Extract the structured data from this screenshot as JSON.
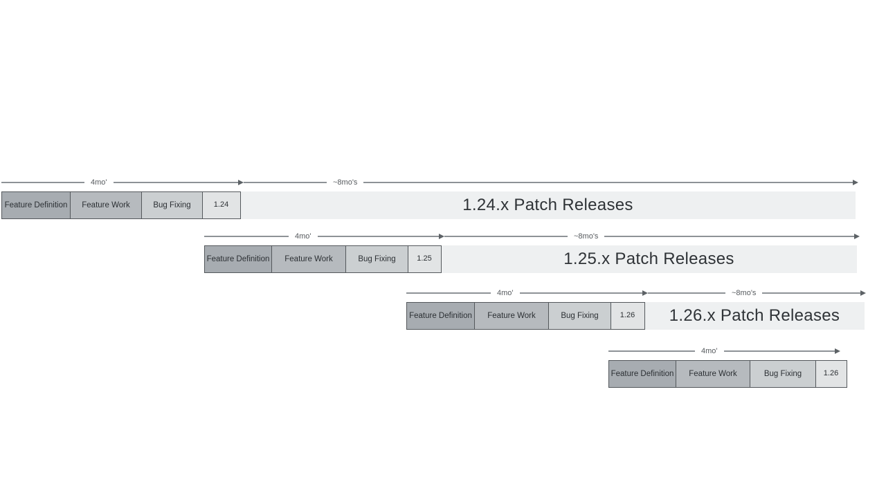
{
  "labels": {
    "dev_duration": "4mo'",
    "patch_duration": "~8mo's"
  },
  "segments": [
    "Feature Definition",
    "Feature Work",
    "Bug Fixing"
  ],
  "rows": [
    {
      "version": "1.24",
      "patch_text": "1.24.x Patch Releases",
      "dev_duration": "4mo'",
      "patch_duration": "~8mo's"
    },
    {
      "version": "1.25",
      "patch_text": "1.25.x Patch Releases",
      "dev_duration": "4mo'",
      "patch_duration": "~8mo's"
    },
    {
      "version": "1.26",
      "patch_text": "1.26.x Patch Releases",
      "dev_duration": "4mo'",
      "patch_duration": "~8mo's"
    },
    {
      "version": "1.26",
      "dev_duration": "4mo'"
    }
  ],
  "colors": {
    "background": "#ffffff",
    "feature_definition": "#a7acb1",
    "feature_work": "#b6babe",
    "bug_fixing": "#cbcfd1",
    "version_box": "#e2e4e5",
    "patch_bar": "#eef0f1",
    "segment_border": "#53575b",
    "arrow_line": "#8d9296",
    "text_dark": "#2f3337",
    "label_gray": "#55595d"
  }
}
